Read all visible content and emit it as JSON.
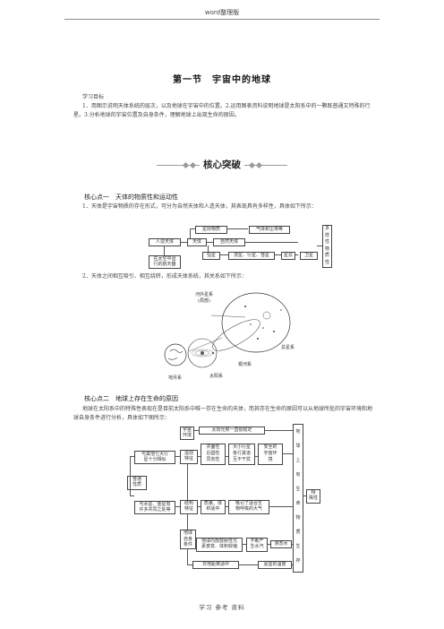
{
  "header": {
    "text": "word整理版"
  },
  "title": "第一节　宇宙中的地球",
  "objectives": {
    "label": "学习目标",
    "text": "1．用图示说明天体系统的层次，以及地球在宇宙中的位置。2.运用图表资料说明地球是太阳系中的一颗既普通又特殊的行星。3.分析地球的宇宙位置及自身条件，理解地球上出现生命的原因。"
  },
  "section_title": "核心突破",
  "point1": {
    "heading": "核心点一　天体的物质性和运动性",
    "item1": "1．天体是宇宙物质的存在形式，可分为自然天体和人造天体，其表现具有多样性，具体如下所示：",
    "item2": "2．天体之间相互吸引、相互绕转，形成天体系统，其关系如下所示："
  },
  "diagram1": {
    "nebula": "星际物质",
    "gas_dust": "气体和尘埃等",
    "artificial": "人造天体",
    "celestial": "天体",
    "natural": "自然天体",
    "stars_row": "恒星",
    "nebula_row": "星云",
    "planets_row": "流星、行星、彗星",
    "satellite": "卫星",
    "spacecraft_1": "在太空中运",
    "spacecraft_2": "行的航天器",
    "side": [
      "多",
      "样",
      "性",
      "物",
      "质",
      "性"
    ]
  },
  "diagram2": {
    "other_galaxies_1": "河外星系",
    "other_galaxies_2": "(局部)",
    "solar_system": "总星系",
    "milky_way": "银河系",
    "sun_system": "太阳系",
    "earth_moon": "地月系"
  },
  "point2": {
    "heading": "核心点二　地球上存在生命的原因",
    "text": "地球在太阳系中的特殊性表现在是目前太阳系中唯一存在生命的天体，而其存在生命的原因可以从地球所处的宇宙环境和地球自身条件进行分析，具体如下图所示："
  },
  "diagram3": {
    "universe_env_1": "宇宙",
    "universe_env_2": "环境",
    "stable_sun": "太阳光照一直很稳定",
    "motion_1": "运动",
    "motion_2": "特征",
    "coplanar": "共面性",
    "near_circular": "近圆性",
    "same_dir": "同向性",
    "big_small_1": "大小行星",
    "big_small_2": "各行其道",
    "big_small_3": "互不干扰",
    "safe_1": "安全的",
    "safe_2": "宇宙环",
    "safe_3": "境",
    "eight_planets_1": "与其他七大行",
    "eight_planets_2": "星十分相似",
    "common_1": "普通",
    "common_2": "性质",
    "venus_mars_1": "与水星、金星有",
    "venus_mars_2": "许多共同之处等",
    "structure_1": "结构",
    "structure_2": "特征",
    "mass_1": "质量、体",
    "mass_2": "积适中",
    "atmosphere_1": "吸引了适合生",
    "atmosphere_2": "物呼吸的大气",
    "earth_cond_1": "地球",
    "earth_cond_2": "自身",
    "earth_cond_3": "条件",
    "heat_1": "地球内部放射性元",
    "heat_2": "素衰变、体积收缩",
    "water_1": "不断产",
    "water_2": "生水汽",
    "ocean": "液态水",
    "distance": "日地距离适中",
    "temperature": "适宜的温度",
    "life_col": [
      "地",
      "球",
      "上",
      "有",
      "生",
      "命",
      "物",
      "质",
      "生",
      "存"
    ],
    "special_1": "特",
    "special_2": "殊性"
  },
  "footer": {
    "text": "学习 参考 资料"
  }
}
